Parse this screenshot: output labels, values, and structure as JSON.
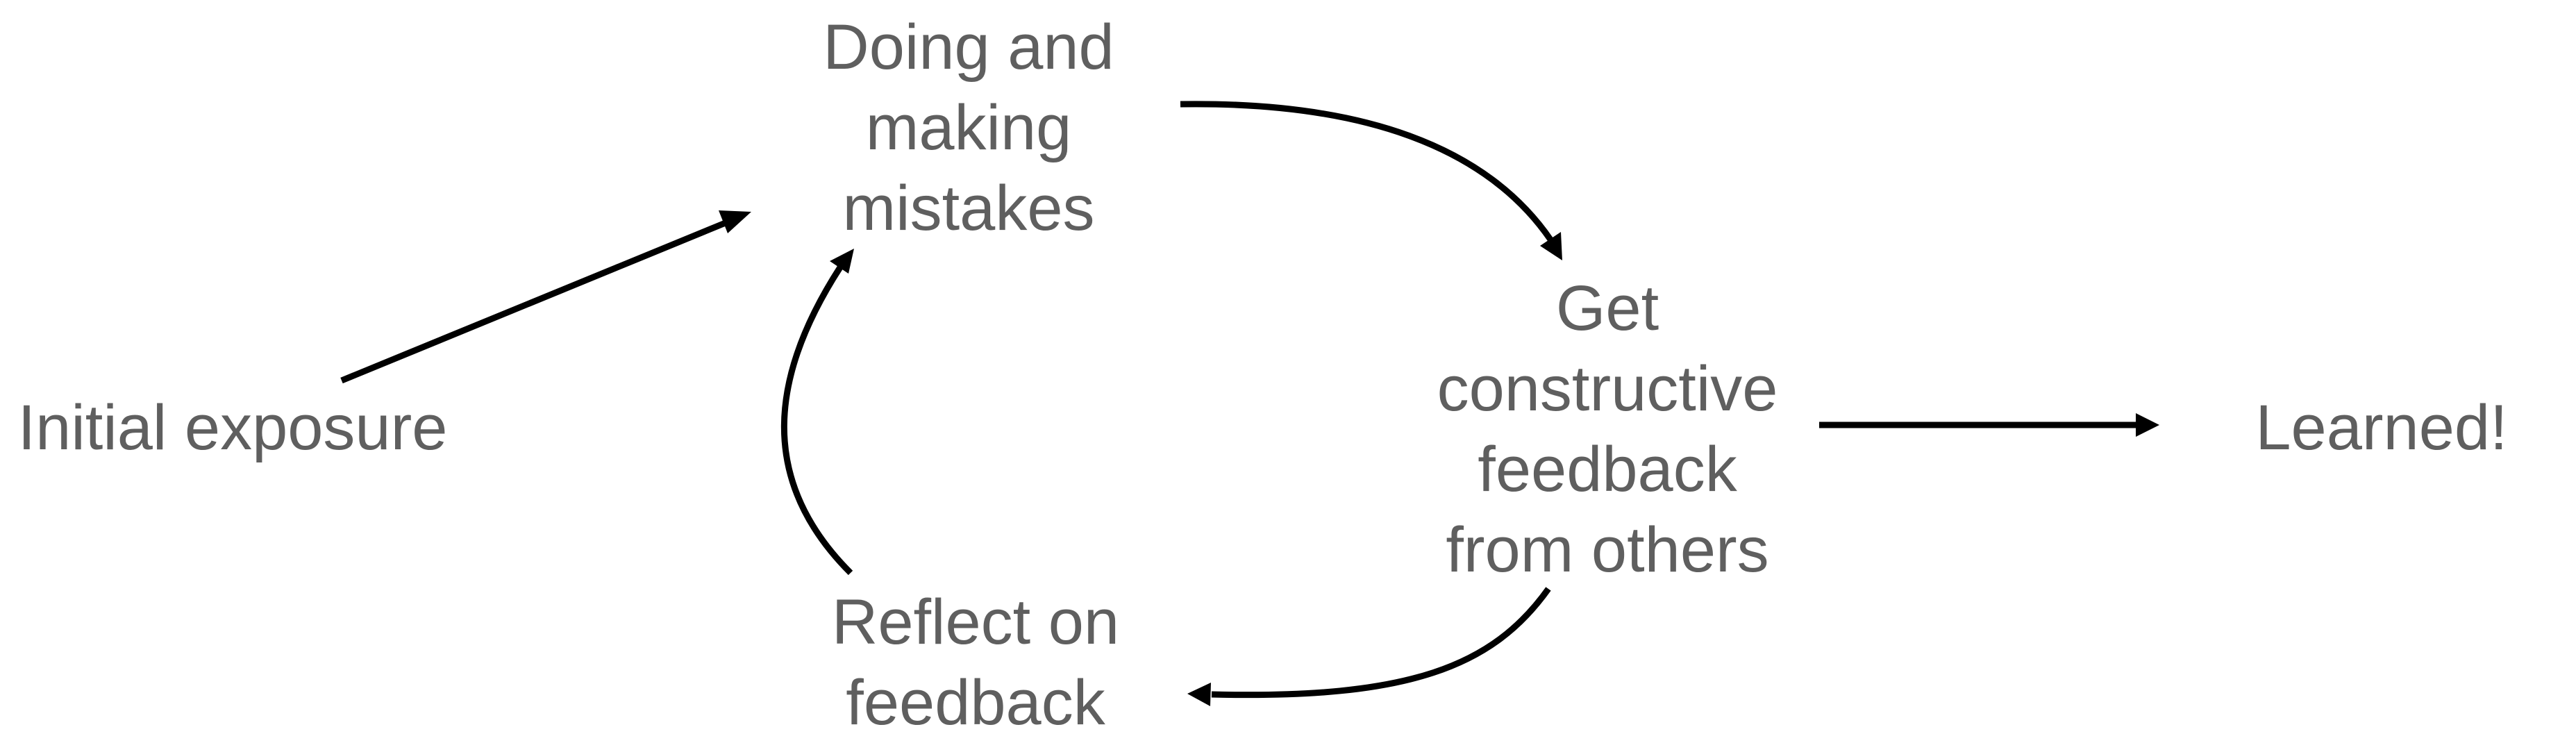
{
  "diagram": {
    "nodes": {
      "initial_exposure": {
        "lines": [
          "Initial exposure"
        ]
      },
      "doing": {
        "lines": [
          "Doing and",
          "making",
          "mistakes"
        ]
      },
      "feedback": {
        "lines": [
          "Get",
          "constructive",
          "feedback",
          "from others"
        ]
      },
      "reflect": {
        "lines": [
          "Reflect on",
          "feedback"
        ]
      },
      "learned": {
        "lines": [
          "Learned!"
        ]
      }
    },
    "edges": [
      {
        "from": "initial_exposure",
        "to": "doing"
      },
      {
        "from": "doing",
        "to": "feedback"
      },
      {
        "from": "feedback",
        "to": "learned"
      },
      {
        "from": "feedback",
        "to": "reflect"
      },
      {
        "from": "reflect",
        "to": "doing"
      }
    ],
    "colors": {
      "text": "#5f5f5f",
      "arrow": "#000000",
      "background": "#ffffff"
    }
  }
}
